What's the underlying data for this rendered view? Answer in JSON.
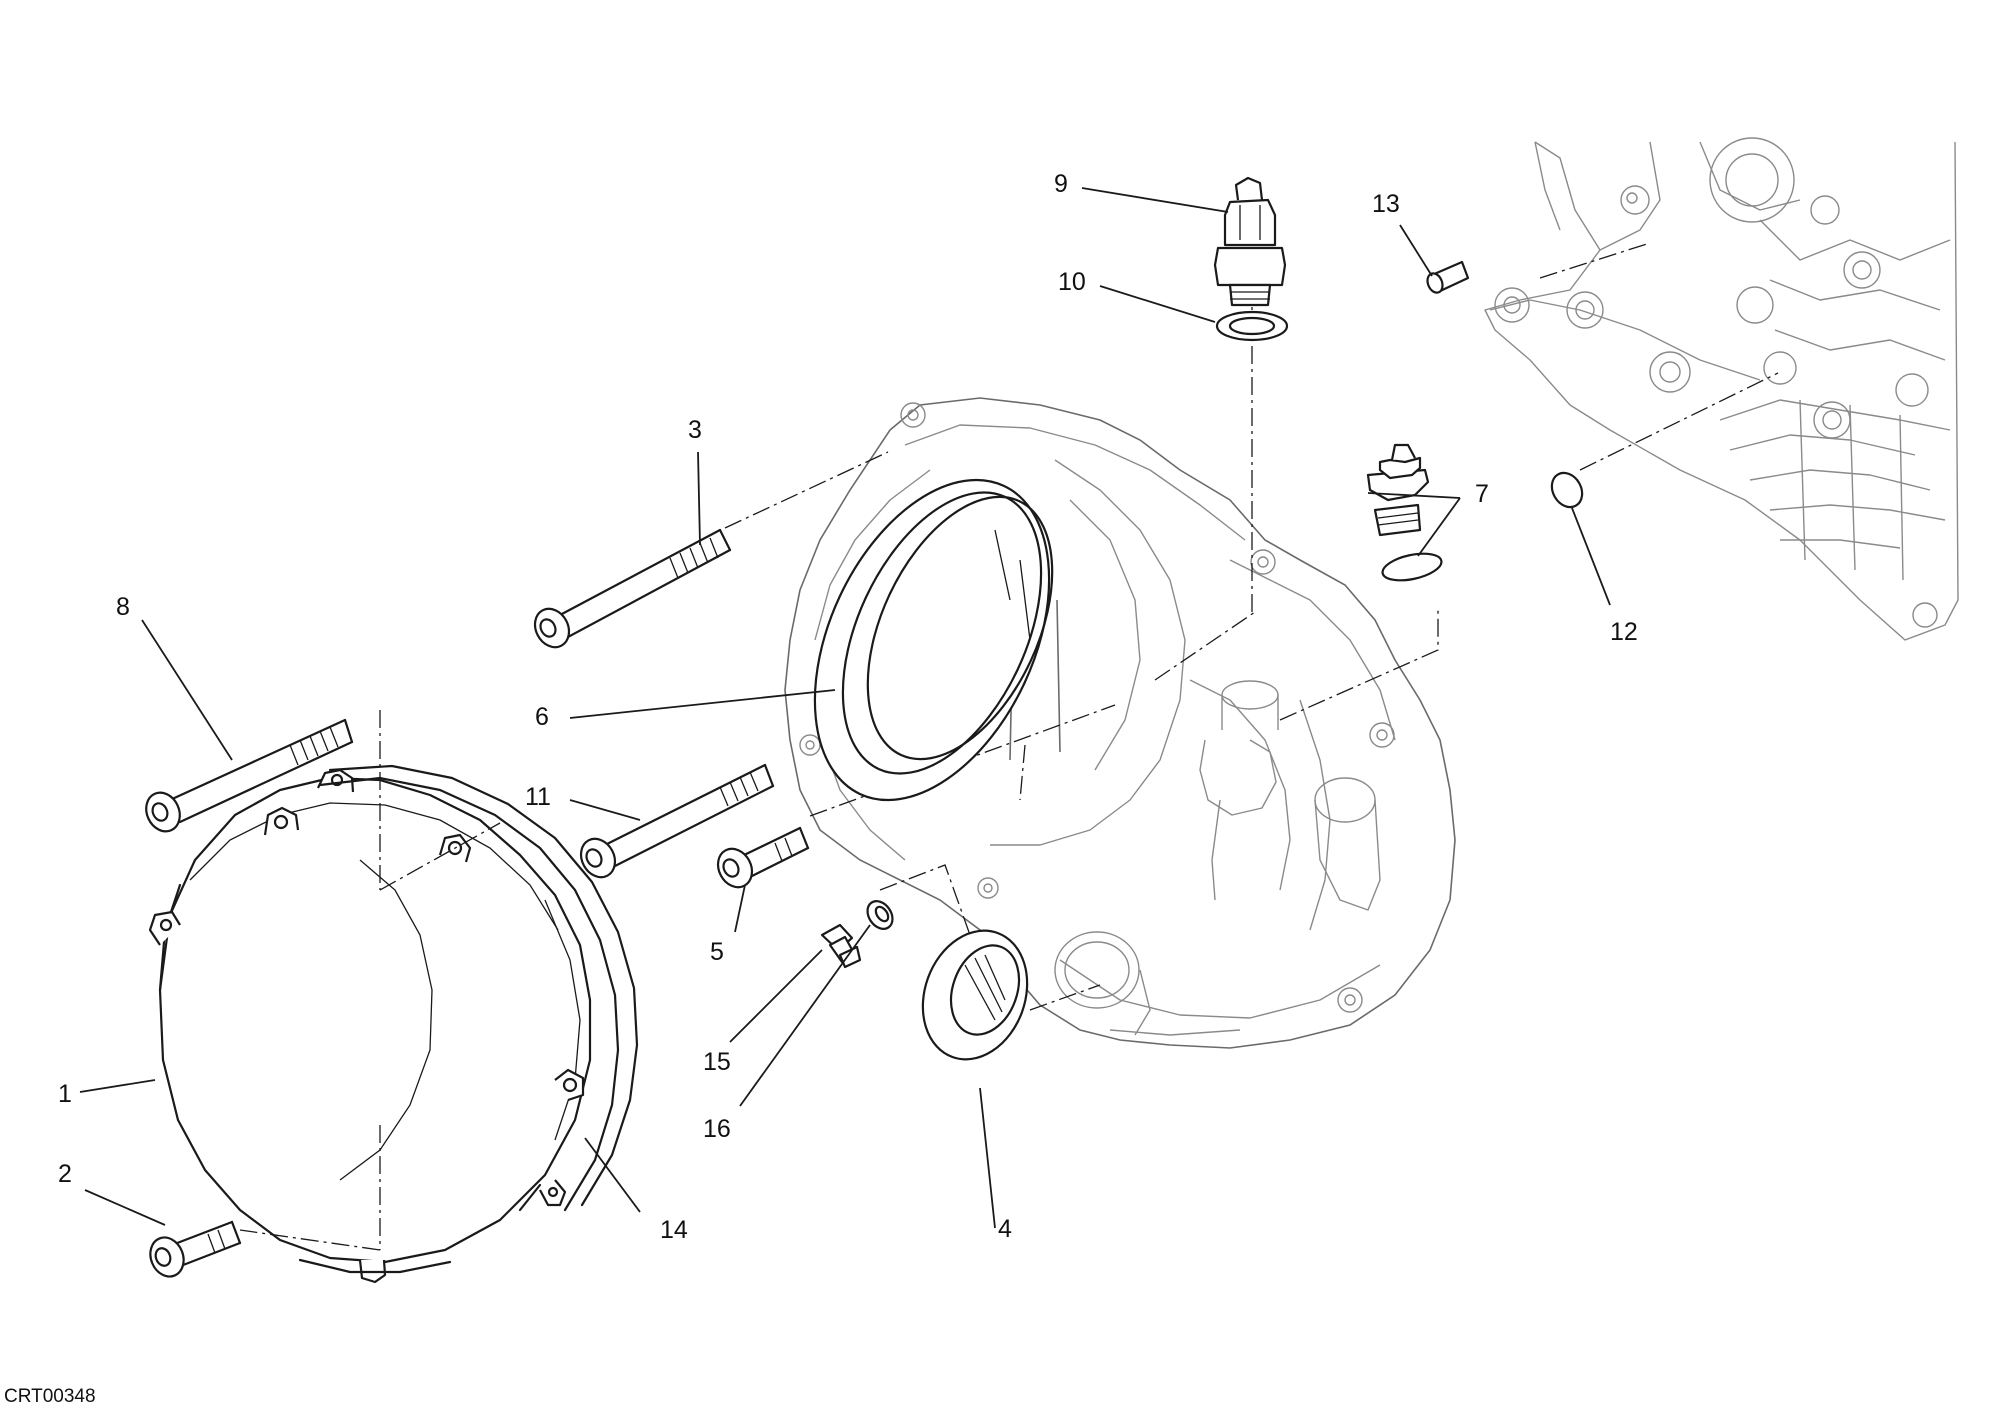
{
  "diagram": {
    "drawing_code": "CRT00348",
    "callouts": [
      "1",
      "2",
      "3",
      "4",
      "5",
      "6",
      "7",
      "8",
      "9",
      "10",
      "11",
      "12",
      "13",
      "14",
      "15",
      "16"
    ]
  }
}
